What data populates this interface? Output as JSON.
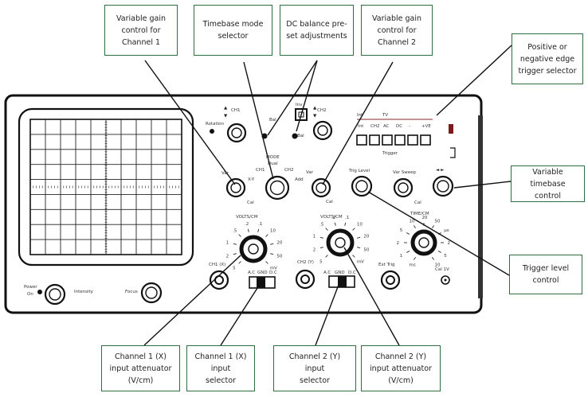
{
  "callouts": {
    "var_gain_ch1": "Variable gain\ncontrol for\nChannel 1",
    "timebase_mode": "Timebase mode\nselector",
    "dc_balance": "DC balance pre-\nset adjustments",
    "var_gain_ch2": "Variable gain\ncontrol for\nChannel 2",
    "edge_trigger": "Positive or\nnegative edge\ntrigger selector",
    "var_timebase": "Variable timebase\ncontrol",
    "trigger_level": "Trigger level\ncontrol",
    "ch1_attenuator": "Channel 1 (X)\ninput attenuator\n(V/cm)",
    "ch1_selector": "Channel 1 (X)\ninput\nselector",
    "ch2_selector": "Channel 2 (Y)\ninput\nselector",
    "ch2_attenuator": "Channel 2 (Y)\ninput attenuator\n(V/cm)"
  },
  "panel": {
    "power": "Power",
    "on": "On",
    "intensity": "Intensity",
    "focus": "Focus",
    "rotation": "Rotation",
    "ch1": "CH1",
    "ch2": "CH2",
    "inv": "Inv",
    "bal": "Bal",
    "mode": "MODE",
    "dual": "Dual",
    "xy": "X-Y",
    "add": "Add",
    "var": "Var",
    "cal": "Cal",
    "trig_level": "Trig Level",
    "var_sweep": "Var Sweep",
    "volts_cm": "VOLTS/CM",
    "time_cm": "TIME/CM",
    "ac": "A.C",
    "gnd": "GND",
    "dc": "D.C",
    "ch1_x": "CH1 (X)",
    "ch2_y": "CH2 (Y)",
    "ext_trig": "Ext Trig",
    "cal_1v": "Cal 1V",
    "tv": "TV",
    "trigger": "Trigger",
    "trig_buttons": [
      "Int",
      "CH2",
      "AC",
      "DC",
      "-",
      "+VE"
    ],
    "v_scale_left": [
      "5",
      "2",
      "1",
      ".5",
      ".2",
      ".1"
    ],
    "v_scale_right": [
      "10",
      "20",
      "50",
      "mV"
    ],
    "t_scale_left": [
      "ms",
      "1",
      "2",
      "5",
      "10",
      "20",
      "50"
    ],
    "t_scale_right": [
      "μs",
      "2",
      "5",
      "10"
    ]
  }
}
